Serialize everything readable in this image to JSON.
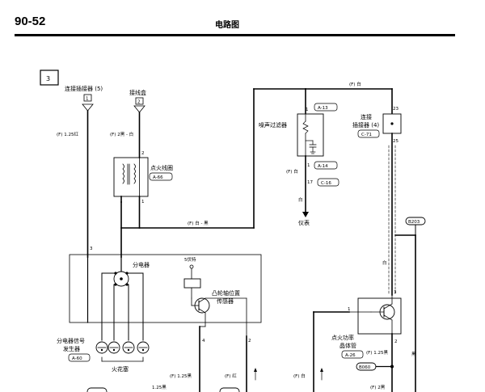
{
  "header": {
    "page_number": "90-52",
    "title": "电路图"
  },
  "section": {
    "number": "3"
  },
  "labels": {
    "connector5": "连接插接器 (5)",
    "conn5_pin": "1",
    "junction_box": "接线盒",
    "jbox_pin": "2",
    "wire_125red": "(F) 1.25红",
    "wire_2black_white": "(F) 2黑 - 白",
    "ign_coil_pin_top": "2",
    "ign_coil": "点火线圈",
    "ign_coil_code": "A-66",
    "ign_coil_pin_bottom": "1",
    "wire_white_black": "(F) 白 - 黑",
    "wire_white_top": "(F) 白",
    "noise_filter_pin1": "1",
    "noise_filter_code_a13": "A-13",
    "noise_filter": "噪声过滤器",
    "nf_pin_bottom": "1",
    "nf_code_a14": "A-14",
    "wire_white_mid": "(F) 白",
    "pin17": "17",
    "code_c16": "C-16",
    "white_label": "白",
    "instrument": "仪表",
    "connector4_line1": "连接",
    "connector4_line2": "插接器 (4)",
    "conn4_code": "C-71",
    "conn4_pin23": "23",
    "conn4_pin25": "25",
    "ground_b203": "B203",
    "white_right": "白",
    "pin3_left": "3",
    "distributor": "分电器",
    "five_volt": "5伏特",
    "cam_sensor_line1": "凸轮轴位置",
    "cam_sensor_line2": "传感器",
    "pin3_right": "3",
    "dist_signal_line1": "分电器信号",
    "dist_signal_line2": "发生器",
    "dist_code": "A-60",
    "spark_plug": "火花塞",
    "pin4": "4",
    "pin2_mid": "2",
    "power_transistor_line1": "点火功率",
    "power_transistor_line2": "晶体管",
    "pt_code": "A-26",
    "pin2_right": "2",
    "wire_125black_right": "(F) 1.25黑",
    "black_right": "黑",
    "ground_b060": "B060",
    "wire_2black_right": "(F) 2黑",
    "wire_125black_mid": "(F) 1.25黑",
    "wire_red": "(F) 红",
    "wire_white_bottom": "(F) 白",
    "wire_125black_low": "1.25黑"
  }
}
